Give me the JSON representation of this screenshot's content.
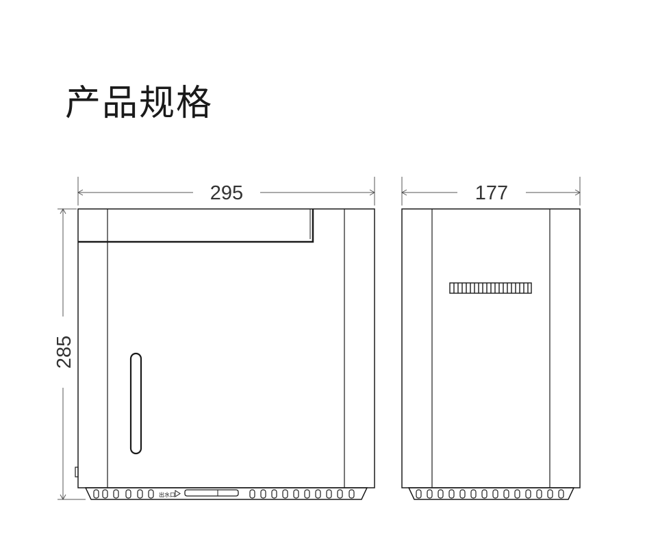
{
  "title": "产品规格",
  "dimensions": {
    "width": "295",
    "height": "285",
    "depth": "177"
  },
  "front_panel": {
    "port_label": "出水口"
  },
  "colors": {
    "line": "#1a1a1a",
    "dim_line": "#555555",
    "text": "#333333",
    "background": "#ffffff"
  }
}
